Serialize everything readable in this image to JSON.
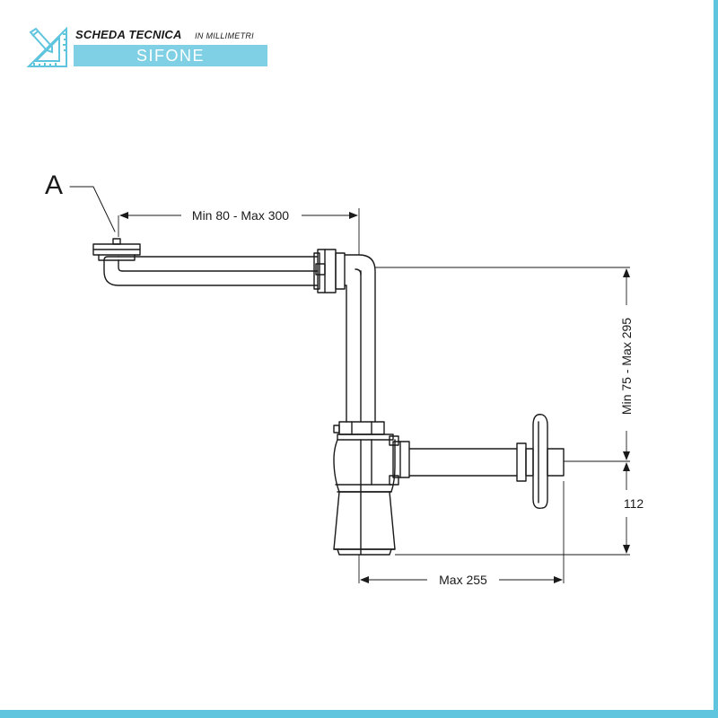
{
  "header": {
    "title": "SCHEDA TECNICA",
    "subtitle": "IN MILLIMETRI",
    "banner": "SIFONE"
  },
  "diagram": {
    "label_a": "A",
    "dim_horizontal_top": "Min 80 - Max 300",
    "dim_vertical": "Min 75 - Max 295",
    "dim_vertical_small": "112",
    "dim_horizontal_bottom": "Max 255"
  },
  "colors": {
    "accent": "#7fd0e4",
    "frame": "#5fc4de",
    "line": "#1a1a1a"
  },
  "icons": {
    "logo": "pencil-ruler-icon"
  }
}
